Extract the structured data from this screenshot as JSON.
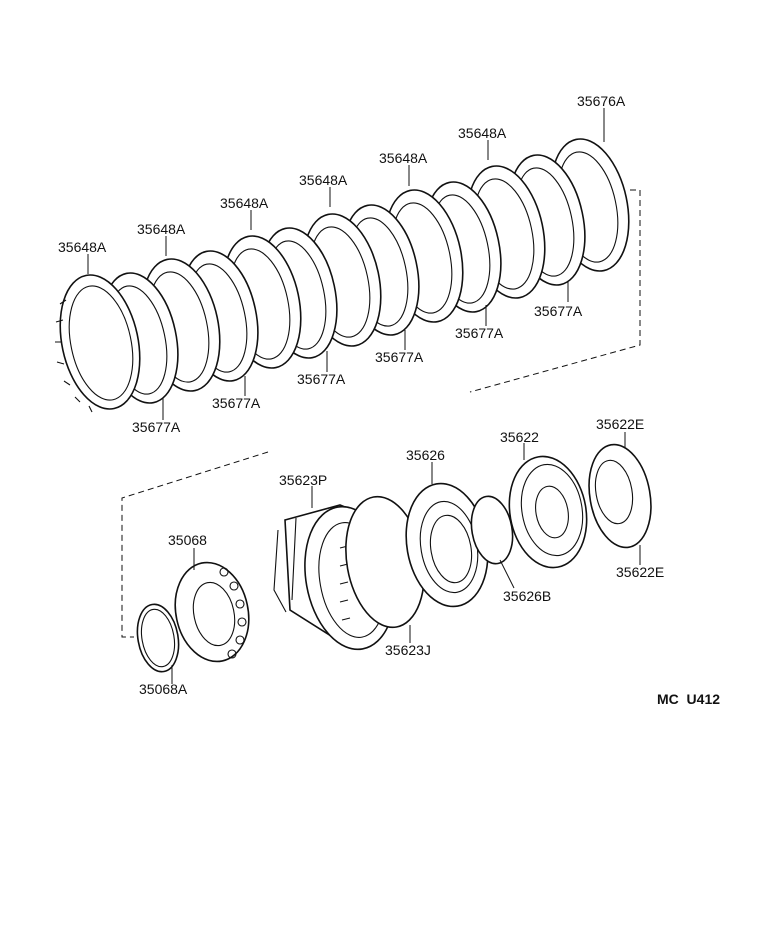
{
  "diagram": {
    "code": "MC  U412",
    "labels": {
      "l_35676A": "35676A",
      "l_35648A_1": "35648A",
      "l_35648A_2": "35648A",
      "l_35648A_3": "35648A",
      "l_35648A_4": "35648A",
      "l_35648A_5": "35648A",
      "l_35648A_6": "35648A",
      "l_35677A_1": "35677A",
      "l_35677A_2": "35677A",
      "l_35677A_3": "35677A",
      "l_35677A_4": "35677A",
      "l_35677A_5": "35677A",
      "l_35677A_6": "35677A",
      "l_35622": "35622",
      "l_35622E_top": "35622E",
      "l_35622E_bot": "35622E",
      "l_35626": "35626",
      "l_35626B": "35626B",
      "l_35623P": "35623P",
      "l_35623J": "35623J",
      "l_35068": "35068",
      "l_35068A": "35068A"
    }
  }
}
